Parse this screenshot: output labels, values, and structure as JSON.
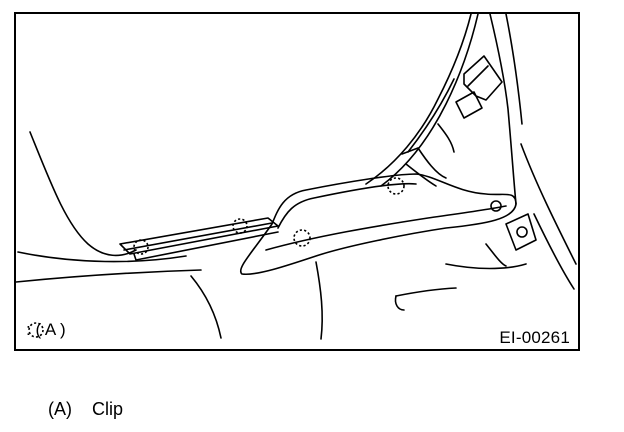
{
  "figure": {
    "legend_marker": ": ( A )",
    "figure_id": "EI-00261",
    "legend_symbol_icon": "clip-symbol-icon"
  },
  "caption": {
    "key": "(A)",
    "text": "Clip"
  },
  "colors": {
    "line": "#000000",
    "background": "#ffffff"
  }
}
